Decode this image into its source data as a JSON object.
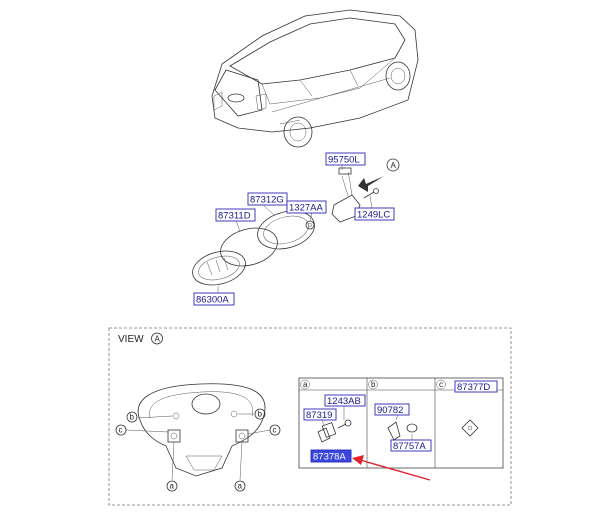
{
  "view": {
    "title": "VIEW",
    "callout": "A"
  },
  "callouts": {
    "a": "a",
    "b": "b",
    "c": "c"
  },
  "parts": {
    "p95750L": "95750L",
    "p87312G": "87312G",
    "p1327AA": "1327AA",
    "p1249LC": "1249LC",
    "p87311D": "87311D",
    "p86300A": "86300A",
    "p1243AB": "1243AB",
    "p87319": "87319",
    "p87378A": "87378A",
    "p90782": "90782",
    "p87757A": "87757A",
    "p87377D": "87377D"
  },
  "colors": {
    "label_border": "#2a2ab8",
    "highlight_fill": "#3b46e0",
    "arrow": "#e3212b"
  },
  "highlighted_part": "87378A"
}
